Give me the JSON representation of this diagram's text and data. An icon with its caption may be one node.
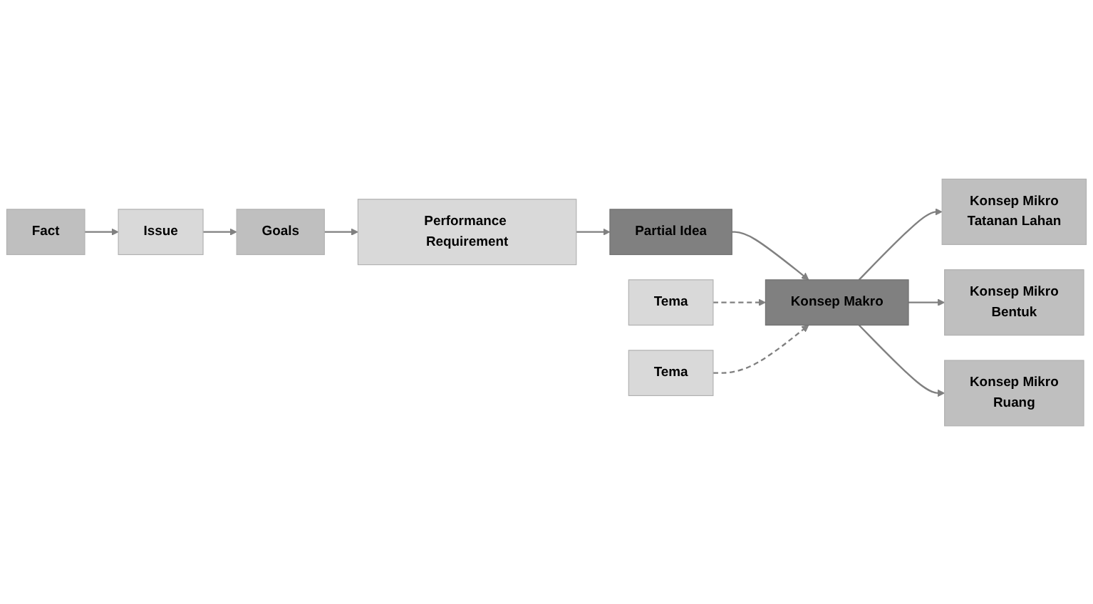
{
  "diagram": {
    "nodes": [
      {
        "text": [
          "Fact"
        ]
      },
      {
        "text": [
          "Issue"
        ]
      },
      {
        "text": [
          "Goals"
        ]
      },
      {
        "text": [
          "Performance Requirement"
        ]
      },
      {
        "text": [
          "Partial Idea"
        ]
      },
      {
        "text": [
          "Tema"
        ]
      },
      {
        "text": [
          "Konsep Makro"
        ]
      },
      {
        "text": [
          "Tema"
        ]
      },
      {
        "text": [
          "Konsep Mikro",
          "Tatanan Lahan"
        ]
      },
      {
        "text": [
          "Konsep Mikro",
          "Bentuk"
        ]
      },
      {
        "text": [
          "Konsep Mikro",
          "Ruang"
        ]
      }
    ],
    "edges": [
      {
        "from": 0,
        "to": 1,
        "arrow": "to"
      },
      {
        "from": 1,
        "to": 2,
        "arrow": "to"
      },
      {
        "from": 2,
        "to": 3,
        "arrow": "to"
      },
      {
        "from": 3,
        "to": 4,
        "arrow": "to"
      },
      {
        "from": 4,
        "to": 6,
        "arrow": "to"
      },
      {
        "from": 5,
        "to": 6,
        "arrow": "to",
        "style": "dashed"
      },
      {
        "from": 7,
        "to": 6,
        "arrow": "to",
        "style": "dashed"
      },
      {
        "from": 6,
        "to": 8,
        "arrow": "to"
      },
      {
        "from": 6,
        "to": 9,
        "arrow": "to"
      },
      {
        "from": 6,
        "to": 10,
        "arrow": "to"
      }
    ]
  }
}
